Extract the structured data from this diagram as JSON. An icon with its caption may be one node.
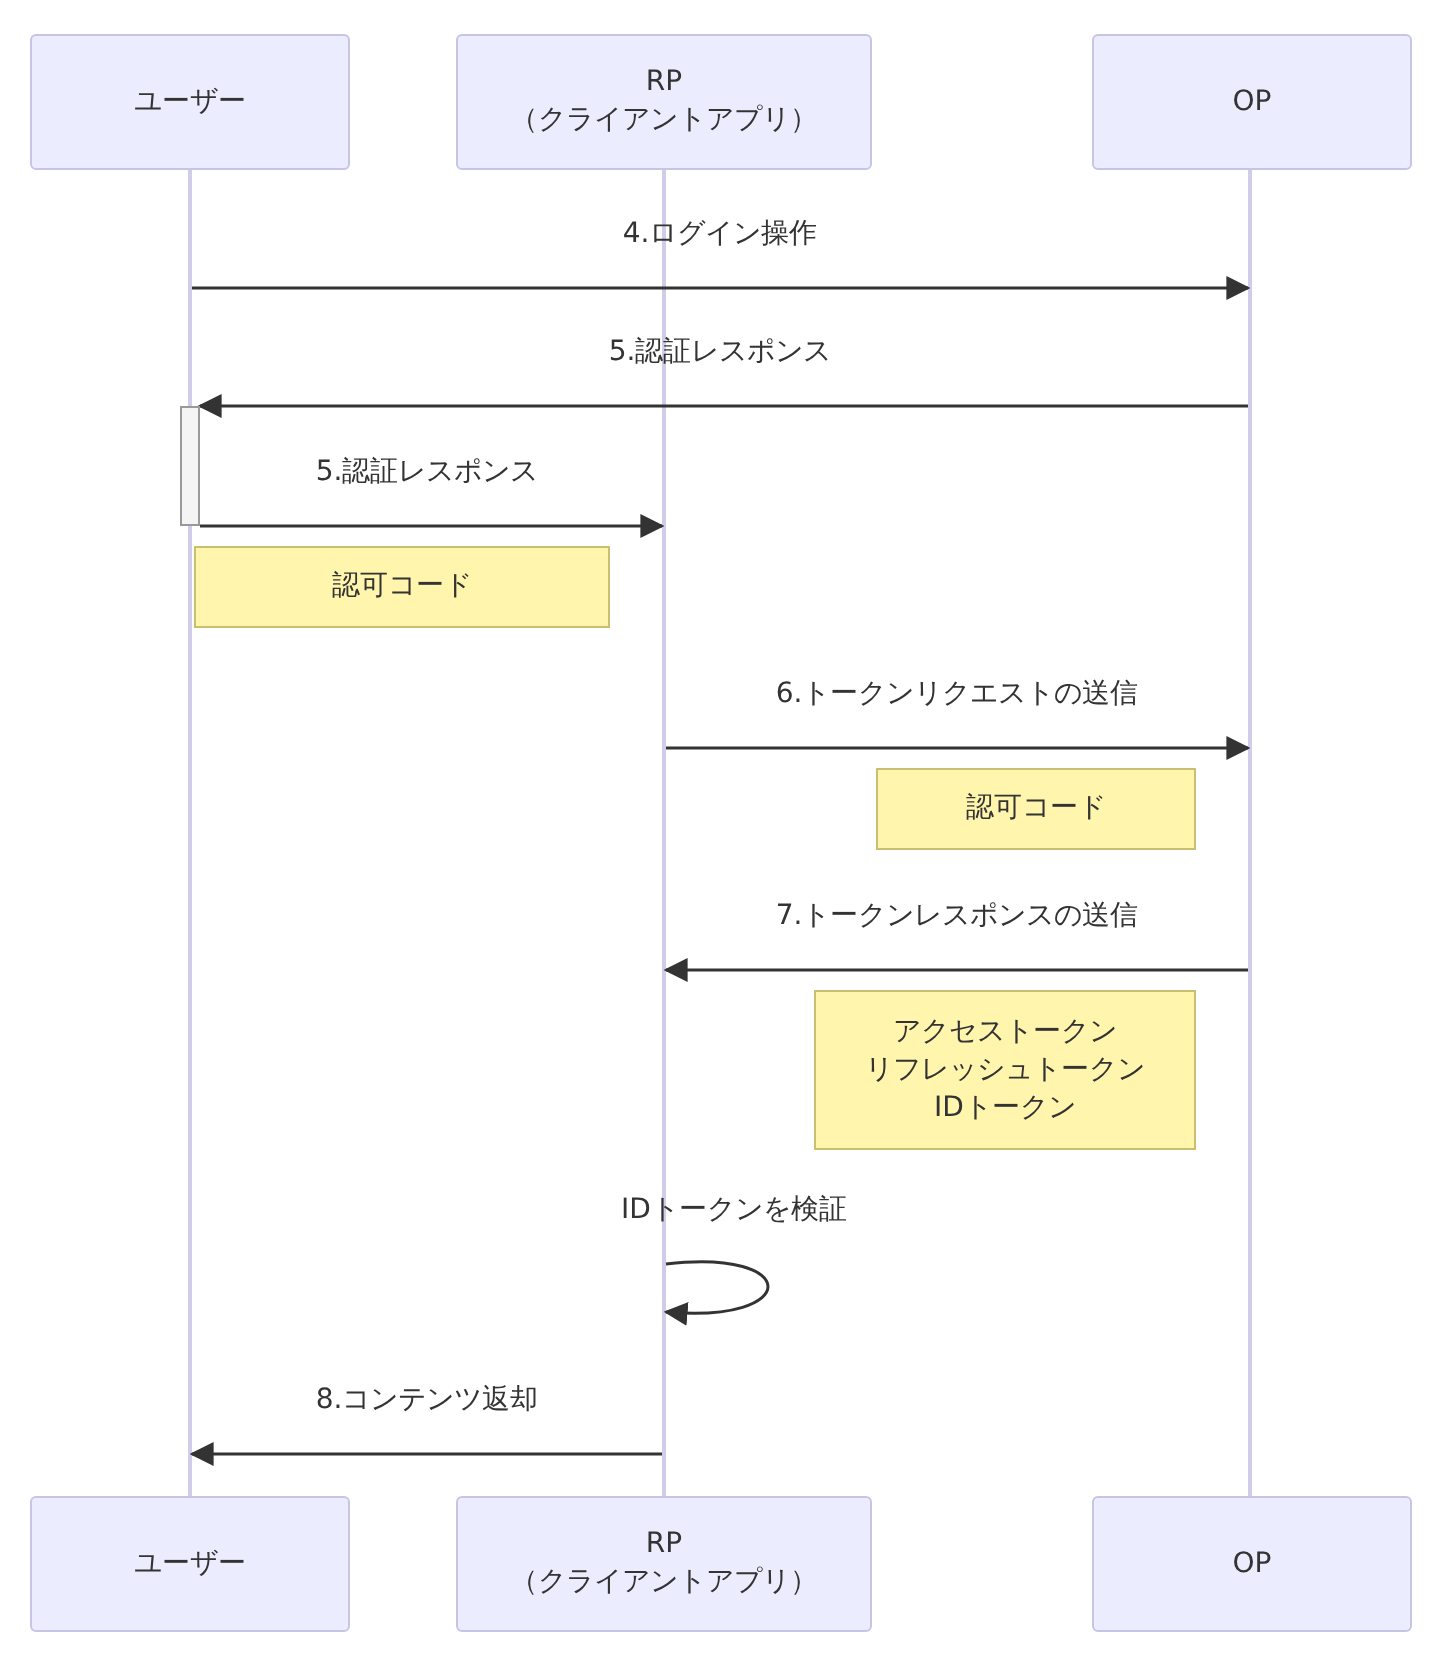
{
  "diagram": {
    "nodes": [
      {
        "text": [
          "ユーザー"
        ]
      },
      {
        "text": [
          "RP",
          "（クライアントアプリ）"
        ]
      },
      {
        "text": [
          "OP"
        ]
      },
      {
        "text": [],
        "shape": "line"
      },
      {
        "text": [],
        "shape": "line"
      },
      {
        "text": [],
        "shape": "line"
      },
      {
        "text": [],
        "shape": "bar"
      },
      {
        "text": [
          "認可コード"
        ]
      },
      {
        "text": [
          "認可コード"
        ]
      },
      {
        "text": [
          "アクセストークン",
          "リフレッシュトークン",
          "IDトークン"
        ]
      },
      {
        "text": [
          "ユーザー"
        ]
      },
      {
        "text": [
          "RP",
          "（クライアントアプリ）"
        ]
      },
      {
        "text": [
          "OP"
        ]
      }
    ],
    "edges": [
      {
        "from": 3,
        "to": 5,
        "arrow": "to",
        "label": "4.ログイン操作"
      },
      {
        "from": 5,
        "to": 6,
        "arrow": "to",
        "label": "5.認証レスポンス"
      },
      {
        "from": 6,
        "to": 4,
        "arrow": "to",
        "label": "5.認証レスポンス"
      },
      {
        "from": 4,
        "to": 5,
        "arrow": "to",
        "label": "6.トークンリクエストの送信"
      },
      {
        "from": 5,
        "to": 4,
        "arrow": "to",
        "label": "7.トークンレスポンスの送信"
      },
      {
        "from": 4,
        "to": 4,
        "arrow": "to",
        "label": "IDトークンを検証"
      },
      {
        "from": 4,
        "to": 3,
        "arrow": "to",
        "label": "8.コンテンツ返却"
      }
    ]
  }
}
